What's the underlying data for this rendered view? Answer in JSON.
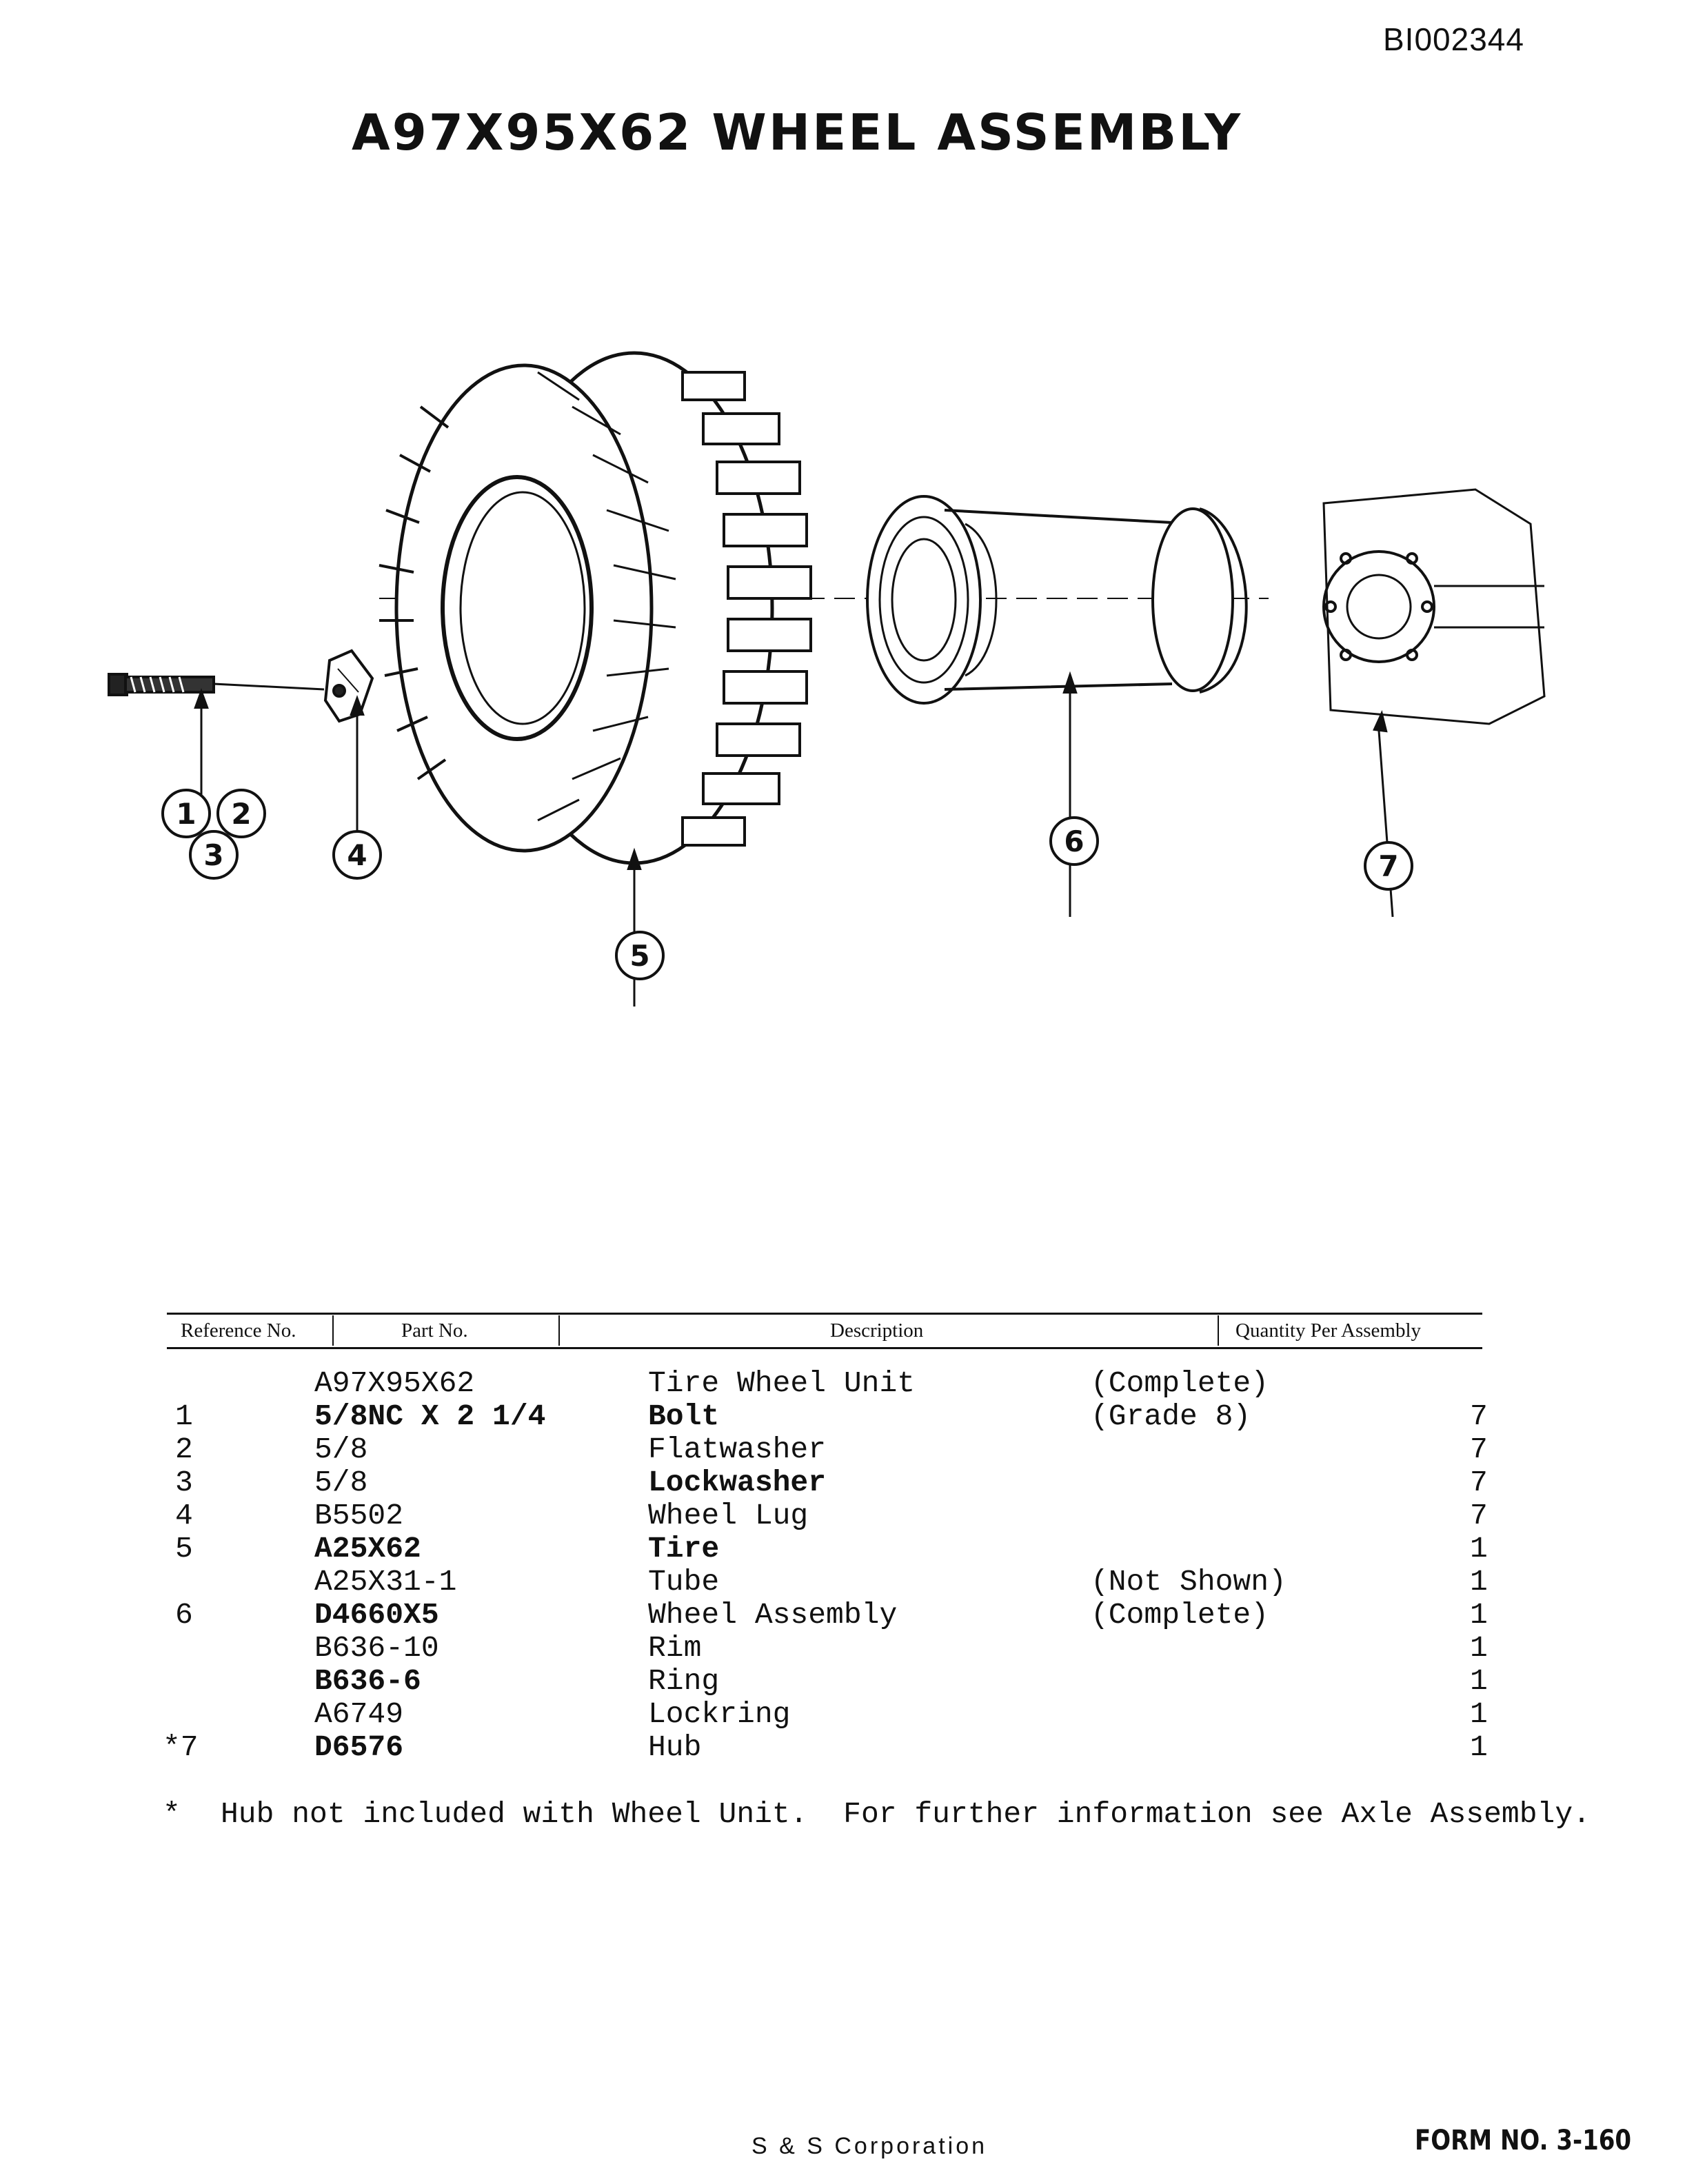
{
  "document": {
    "doc_id": "BI002344",
    "title": "A97X95X62 WHEEL ASSEMBLY",
    "company": "S & S Corporation",
    "form_no": "FORM NO. 3-160"
  },
  "callouts": [
    "1",
    "2",
    "3",
    "4",
    "5",
    "6",
    "7"
  ],
  "table": {
    "headers": {
      "ref": "Reference No.",
      "part": "Part No.",
      "desc": "Description",
      "qty": "Quantity Per Assembly"
    },
    "rows": [
      {
        "ref": "",
        "part": "A97X95X62",
        "desc": "Tire Wheel Unit",
        "note": "(Complete)",
        "qty": ""
      },
      {
        "ref": "1",
        "part": "5/8NC X 2 1/4",
        "desc": "Bolt",
        "note": "(Grade 8)",
        "qty": "7"
      },
      {
        "ref": "2",
        "part": "5/8",
        "desc": "Flatwasher",
        "note": "",
        "qty": "7"
      },
      {
        "ref": "3",
        "part": "5/8",
        "desc": "Lockwasher",
        "note": "",
        "qty": "7"
      },
      {
        "ref": "4",
        "part": "B5502",
        "desc": "Wheel Lug",
        "note": "",
        "qty": "7"
      },
      {
        "ref": "5",
        "part": "A25X62",
        "desc": "Tire",
        "note": "",
        "qty": "1"
      },
      {
        "ref": "",
        "part": "A25X31-1",
        "desc": "Tube",
        "note": "(Not Shown)",
        "qty": "1"
      },
      {
        "ref": "6",
        "part": "D4660X5",
        "desc": "Wheel Assembly",
        "note": "(Complete)",
        "qty": "1"
      },
      {
        "ref": "",
        "part": "B636-10",
        "desc": "Rim",
        "note": "",
        "qty": "1"
      },
      {
        "ref": "",
        "part": "B636-6",
        "desc": "Ring",
        "note": "",
        "qty": "1"
      },
      {
        "ref": "",
        "part": "A6749",
        "desc": "Lockring",
        "note": "",
        "qty": "1"
      },
      {
        "ref": "*7",
        "part": "D6576",
        "desc": "Hub",
        "note": "",
        "qty": "1"
      }
    ]
  },
  "footnote": {
    "mark": "*",
    "text": "Hub not included with Wheel Unit.  For further information see Axle Assembly."
  }
}
